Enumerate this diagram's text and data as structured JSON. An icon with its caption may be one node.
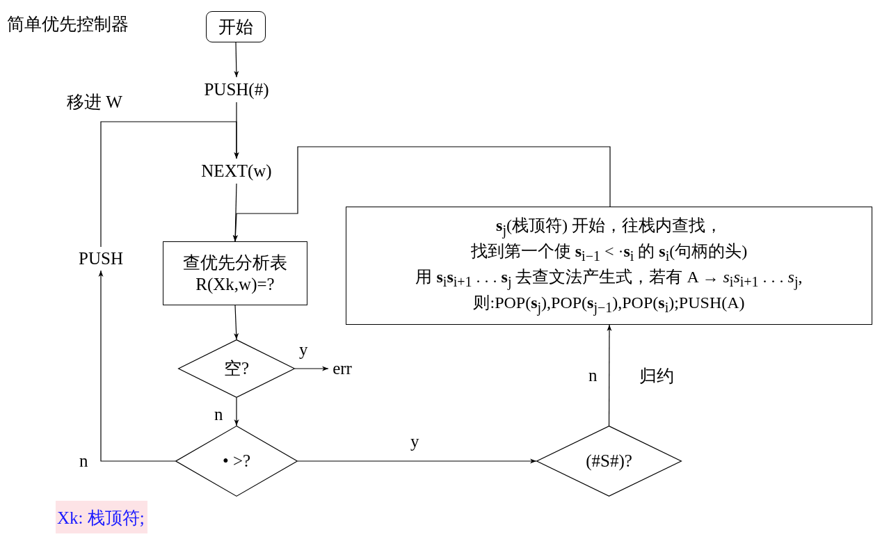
{
  "diagram": {
    "title": "简单优先控制器",
    "nodes": [
      {
        "text": [
          "开始"
        ]
      },
      {
        "text": [
          "PUSH(#)"
        ]
      },
      {
        "text": [
          "NEXT(w)"
        ]
      },
      {
        "text": [
          "查优先分析表 R(Xk,w)=?"
        ]
      },
      {
        "text": [
          "空?"
        ]
      },
      {
        "text": [
          "err"
        ]
      },
      {
        "text": [
          "• >?"
        ]
      },
      {
        "text": [
          "(#S#)?"
        ]
      },
      {
        "text": [
          "**s**$_{j}$(栈顶符) 开始，往栈内查找，",
          "找到第一个使 **s**$_{i−1}$ < ·**s**$_{i}$ 的 **s**$_{i}$(句柄的头)",
          "用 **s**$_{i}$**s**$_{i+1}$ . . . **s**$_{j}$ 去查文法产生式，若有 A → *s*$_{i}$*s*$_{i+1}$ . . . *s*$_{j}$,",
          "则:POP(**s**$_{j}$),POP(**s**$_{j−1}$),POP(**s**$_{i}$);PUSH(A)"
        ]
      },
      {
        "text": [
          "PUSH"
        ]
      }
    ],
    "edges": [
      {
        "from": 0,
        "to": 1,
        "arrow": "to"
      },
      {
        "from": 1,
        "to": 2,
        "arrow": "to"
      },
      {
        "from": 2,
        "to": 3,
        "arrow": "to"
      },
      {
        "from": 3,
        "to": 4,
        "arrow": "to"
      },
      {
        "from": 4,
        "to": 5,
        "arrow": "to",
        "label": "y"
      },
      {
        "from": 4,
        "to": 6,
        "arrow": "to",
        "label": "n"
      },
      {
        "from": 6,
        "to": 7,
        "arrow": "to",
        "label": "y"
      },
      {
        "from": 7,
        "to": 8,
        "arrow": "to",
        "label": "n"
      },
      {
        "from": 8,
        "to": 3,
        "arrow": "to"
      },
      {
        "from": 6,
        "to": 9,
        "arrow": "to",
        "label": "n"
      },
      {
        "from": 9,
        "to": 2,
        "arrow": "to",
        "label": "移进 W"
      }
    ],
    "labels": [
      "归约",
      "Xk: 栈顶符;"
    ]
  }
}
